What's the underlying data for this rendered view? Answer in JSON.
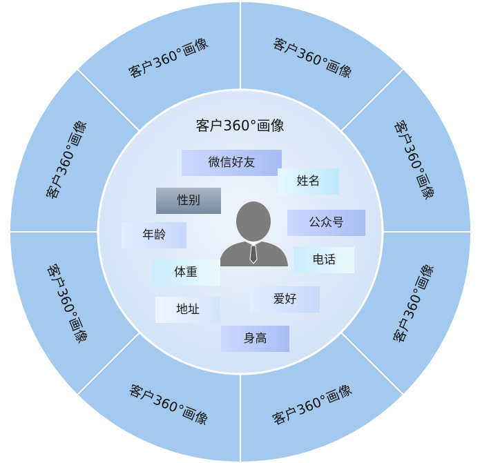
{
  "outer_segments": [
    {
      "label": "客户360°画像"
    },
    {
      "label": "客户360°画像"
    },
    {
      "label": "客户360°画像"
    },
    {
      "label": "客户360°画像"
    },
    {
      "label": "客户360°画像"
    },
    {
      "label": "客户360°画像"
    },
    {
      "label": "客户360°画像"
    },
    {
      "label": "客户360°画像"
    }
  ],
  "center": {
    "title": "客户360°画像",
    "icon": "person-silhouette-icon"
  },
  "tags": [
    {
      "key": "wechat",
      "label": "微信好友"
    },
    {
      "key": "name",
      "label": "姓名"
    },
    {
      "key": "gender",
      "label": "性别"
    },
    {
      "key": "official",
      "label": "公众号"
    },
    {
      "key": "age",
      "label": "年龄"
    },
    {
      "key": "phone",
      "label": "电话"
    },
    {
      "key": "weight",
      "label": "体重"
    },
    {
      "key": "hobby",
      "label": "爱好"
    },
    {
      "key": "address",
      "label": "地址"
    },
    {
      "key": "height",
      "label": "身高"
    }
  ],
  "colors": {
    "segment_fill": "#a4c9ee",
    "segment_border": "#ffffff",
    "inner_fill": "#dae8f8",
    "person": "#7d7d7d"
  }
}
